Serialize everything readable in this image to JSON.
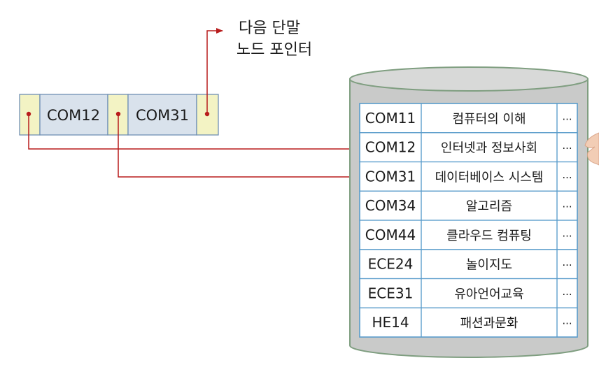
{
  "annotation": {
    "line1": "다음 단말",
    "line2": "노드 포인터"
  },
  "leaf_node": {
    "keys": [
      "COM12",
      "COM31"
    ]
  },
  "data_file": {
    "rows": [
      {
        "code": "COM11",
        "name": "컴퓨터의 이해",
        "more": "···"
      },
      {
        "code": "COM12",
        "name": "인터넷과 정보사회",
        "more": "···"
      },
      {
        "code": "COM31",
        "name": "데이터베이스 시스템",
        "more": "···"
      },
      {
        "code": "COM34",
        "name": "알고리즘",
        "more": "···"
      },
      {
        "code": "COM44",
        "name": "클라우드 컴퓨팅",
        "more": "···"
      },
      {
        "code": "ECE24",
        "name": "놀이지도",
        "more": "···"
      },
      {
        "code": "ECE31",
        "name": "유아언어교육",
        "more": "···"
      },
      {
        "code": "HE14",
        "name": "패션과문화",
        "more": "···"
      }
    ]
  },
  "colors": {
    "pointer_cell": "#f3f3c4",
    "key_cell": "#d9e2ec",
    "cell_border": "#6f8fb4",
    "arrow": "#b81c1c",
    "cylinder_fill": "#c9cac9",
    "cylinder_border": "#7f9e80",
    "table_border": "#5a9ccb"
  }
}
